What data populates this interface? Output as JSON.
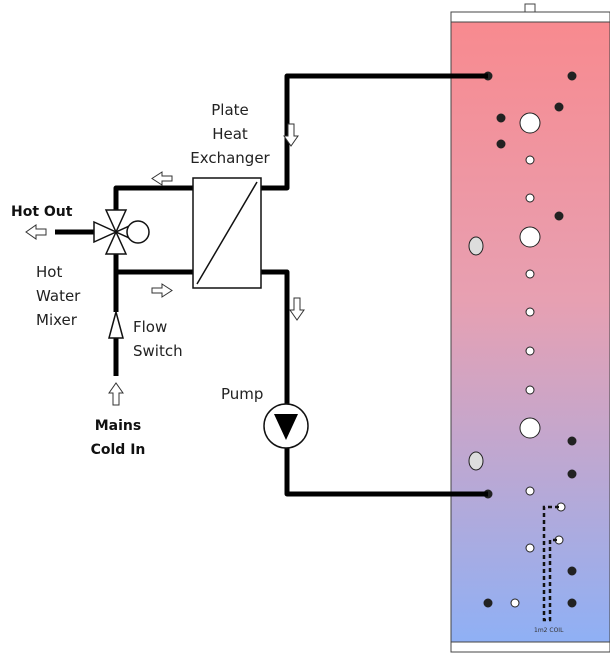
{
  "labels": {
    "hot_out": "Hot Out",
    "plate_heat_exchanger": [
      "Plate",
      "Heat",
      "Exchanger"
    ],
    "hot_water_mixer": [
      "Hot",
      "Water",
      "Mixer"
    ],
    "flow_switch": [
      "Flow",
      "Switch"
    ],
    "pump": "Pump",
    "mains_cold_in": [
      "Mains",
      "Cold In"
    ],
    "coil": "1m2 COIL"
  },
  "colors": {
    "cylinder_top": "#f88a8f",
    "cylinder_bottom": "#8fb0f5",
    "pipe": "#000000"
  }
}
